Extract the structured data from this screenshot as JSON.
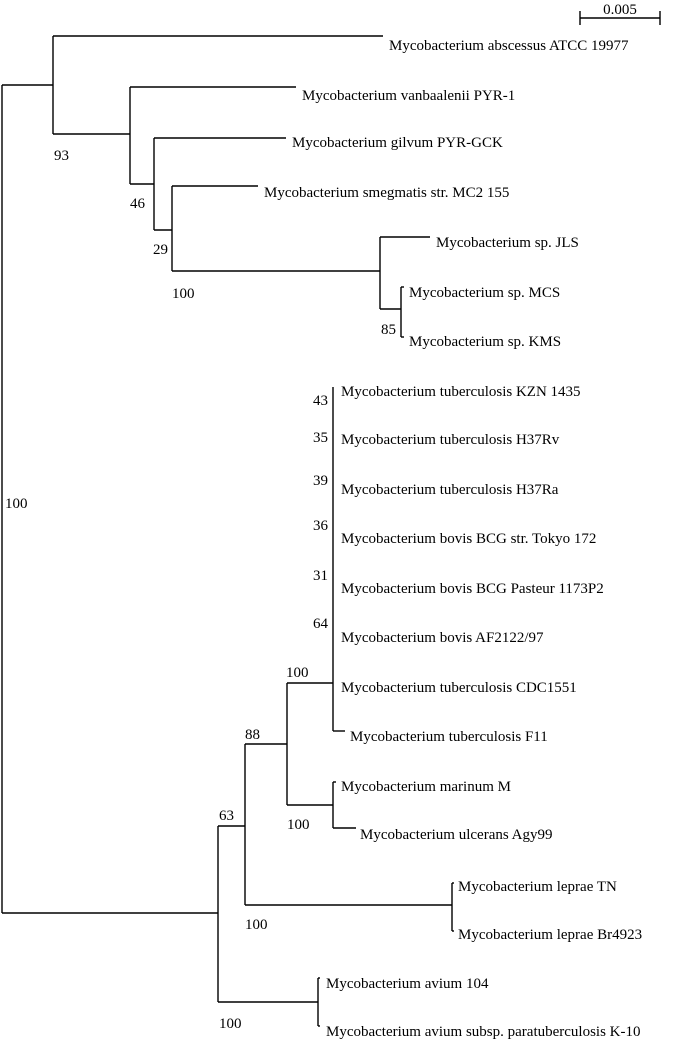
{
  "scale_bar": {
    "label": "0.005",
    "value": 0.005
  },
  "taxa": [
    "Mycobacterium abscessus ATCC 19977",
    "Mycobacterium vanbaalenii PYR-1",
    "Mycobacterium gilvum PYR-GCK",
    "Mycobacterium smegmatis str. MC2 155",
    "Mycobacterium sp. JLS",
    "Mycobacterium sp. MCS",
    "Mycobacterium sp. KMS",
    "Mycobacterium tuberculosis KZN 1435",
    "Mycobacterium tuberculosis H37Rv",
    "Mycobacterium tuberculosis H37Ra",
    "Mycobacterium bovis BCG str. Tokyo 172",
    "Mycobacterium bovis BCG Pasteur 1173P2",
    "Mycobacterium bovis AF2122/97",
    "Mycobacterium tuberculosis CDC1551",
    "Mycobacterium tuberculosis F11",
    "Mycobacterium marinum M",
    "Mycobacterium ulcerans Agy99",
    "Mycobacterium leprae TN",
    "Mycobacterium leprae Br4923",
    "Mycobacterium avium 104",
    "Mycobacterium avium subsp. paratuberculosis K-10"
  ],
  "bootstrap_values": [
    "93",
    "46",
    "29",
    "100",
    "85",
    "100",
    "43",
    "35",
    "39",
    "36",
    "31",
    "64",
    "100",
    "88",
    "100",
    "63",
    "100",
    "100"
  ]
}
